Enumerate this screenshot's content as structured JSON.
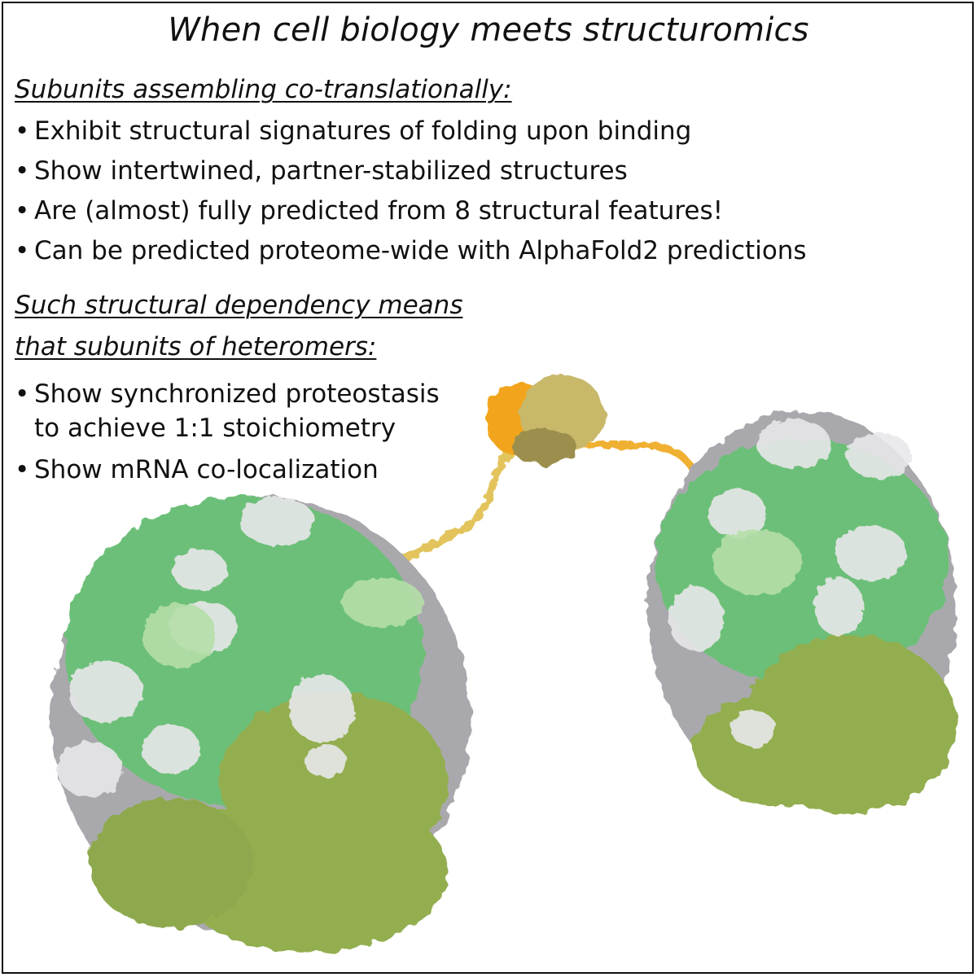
{
  "title": "When cell biology meets structuromics",
  "section1": {
    "heading": "Subunits assembling co-translationally:",
    "bullets": [
      "Exhibit structural signatures of folding upon binding",
      "Show intertwined, partner-stabilized structures",
      "Are (almost) fully predicted from 8 structural features!",
      "Can be predicted proteome-wide with AlphaFold2 predictions"
    ]
  },
  "section2": {
    "heading_line1": "Such structural dependency means",
    "heading_line2": "that subunits of heteromers:",
    "bullets": [
      {
        "line1": "Show synchronized proteostasis",
        "line2": "to achieve 1:1 stoichiometry"
      },
      {
        "line1": "Show mRNA co-localization",
        "line2": ""
      }
    ]
  },
  "colors": {
    "ribosome_green": "#6cbf78",
    "ribosome_olive": "#93ae4f",
    "rrna_gray": "#a9a9ad",
    "rrna_white": "#f0f0f0",
    "nascent_chain_yellow": "#e8c85a",
    "nascent_chain_orange": "#f2a51c",
    "folded_subunit_khaki": "#c8b86a"
  }
}
